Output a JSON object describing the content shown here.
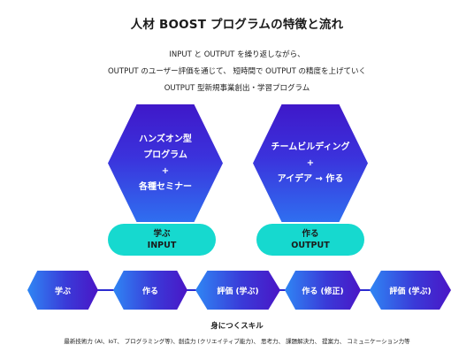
{
  "title": "人材 BOOST プログラムの特徴と流れ",
  "intro": [
    "INPUT と OUTPUT を繰り返しながら、",
    "OUTPUT のユーザー評価を通じて、 短時間で OUTPUT の精度を上げていく",
    "OUTPUT 型新規事業創出・学習プログラム"
  ],
  "hexagons": {
    "input": [
      "ハンズオン型",
      "プログラム",
      "+",
      "各種セミナー"
    ],
    "output": [
      "チームビルディング",
      "+",
      "アイデア → 作る"
    ]
  },
  "pills": {
    "input": {
      "label_jp": "学ぶ",
      "label_en": "INPUT"
    },
    "output": {
      "label_jp": "作る",
      "label_en": "OUTPUT"
    }
  },
  "flow_steps": [
    "学ぶ",
    "作る",
    "評価 (学ぶ)",
    "作る (修正)",
    "評価 (学ぶ)"
  ],
  "skills": {
    "title": "身につくスキル",
    "text": "最新技術力 (AI、IoT、 プログラミング等)、創造力 (クリエイティブ能力)、 思考力、 課題解決力、 提案力、 コミュニケーション力等"
  },
  "colors": {
    "hexagon_top": "#3f18c9",
    "hexagon_bottom": "#2f6ff0",
    "pill": "#16d9cf",
    "flow_line": "#2b2bd0"
  }
}
